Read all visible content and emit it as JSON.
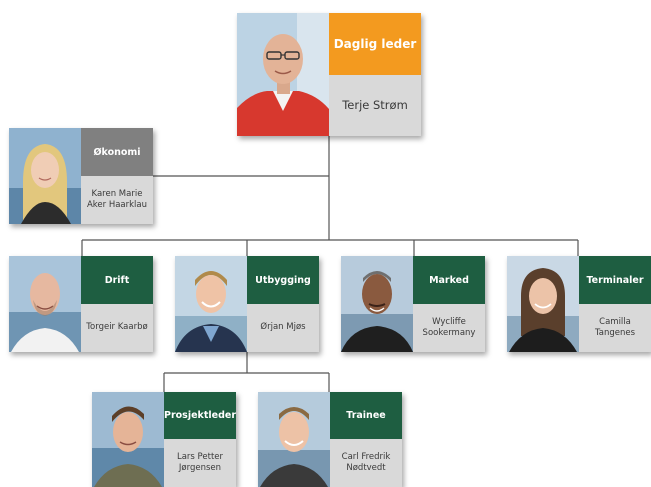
{
  "colors": {
    "leader": "#f39a1f",
    "finance": "#808080",
    "department": "#1e5e41",
    "name_panel": "#d9d9d9",
    "connector": "#555555"
  },
  "nodes": {
    "leader": {
      "role": "Daglig leder",
      "name": "Terje Strøm"
    },
    "finance": {
      "role": "Økonomi",
      "name": "Karen Marie\nAker Haarklau"
    },
    "drift": {
      "role": "Drift",
      "name": "Torgeir Kaarbø"
    },
    "utbygging": {
      "role": "Utbygging",
      "name": "Ørjan Mjøs"
    },
    "marked": {
      "role": "Marked",
      "name": "Wycliffe\nSookermany"
    },
    "terminaler": {
      "role": "Terminaler",
      "name": "Camilla\nTangenes"
    },
    "prosjektleder": {
      "role": "Prosjektleder",
      "name": "Lars Petter\nJørgensen"
    },
    "trainee": {
      "role": "Trainee",
      "name": "Carl Fredrik\nNødtvedt"
    }
  }
}
